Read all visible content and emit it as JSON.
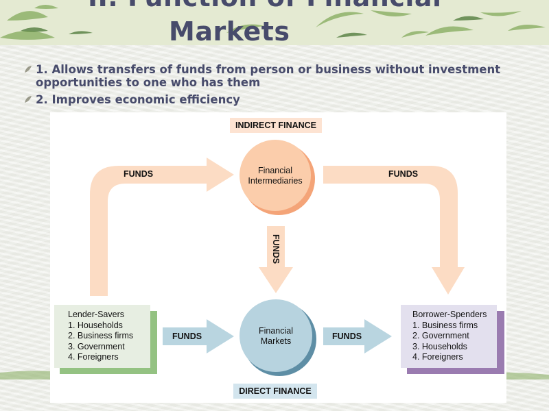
{
  "slide": {
    "title_line1": "II. Function of Financial",
    "title_line2": "Markets",
    "bullets": [
      "1. Allows transfers of funds from person or business without investment opportunities to one who has them",
      "2. Improves economic efficiency"
    ]
  },
  "diagram": {
    "indirect_label": "INDIRECT FINANCE",
    "direct_label": "DIRECT FINANCE",
    "funds_label": "FUNDS",
    "intermediaries_line1": "Financial",
    "intermediaries_line2": "Intermediaries",
    "markets_line1": "Financial",
    "markets_line2": "Markets",
    "lenders": {
      "heading": "Lender-Savers",
      "items": [
        "1. Households",
        "2. Business firms",
        "3. Government",
        "4. Foreigners"
      ]
    },
    "borrowers": {
      "heading": "Borrower-Spenders",
      "items": [
        "1. Business firms",
        "2. Government",
        "3. Households",
        "4. Foreigners"
      ]
    },
    "colors": {
      "orange_arrow": "#fcdcc4",
      "orange_circle": "#fbcdab",
      "orange_shadow": "#f4a478",
      "blue_arrow": "#b9d5e0",
      "blue_circle": "#b7d3df",
      "blue_shadow": "#5e8ea5",
      "tag_fill": "#fde3d2",
      "tag_fill_blue": "#d3e5ee",
      "lender_box": "#e7eee2",
      "lender_shadow": "#94c282",
      "borrower_box": "#e3e0ee",
      "borrower_shadow": "#9a7bb0"
    }
  }
}
